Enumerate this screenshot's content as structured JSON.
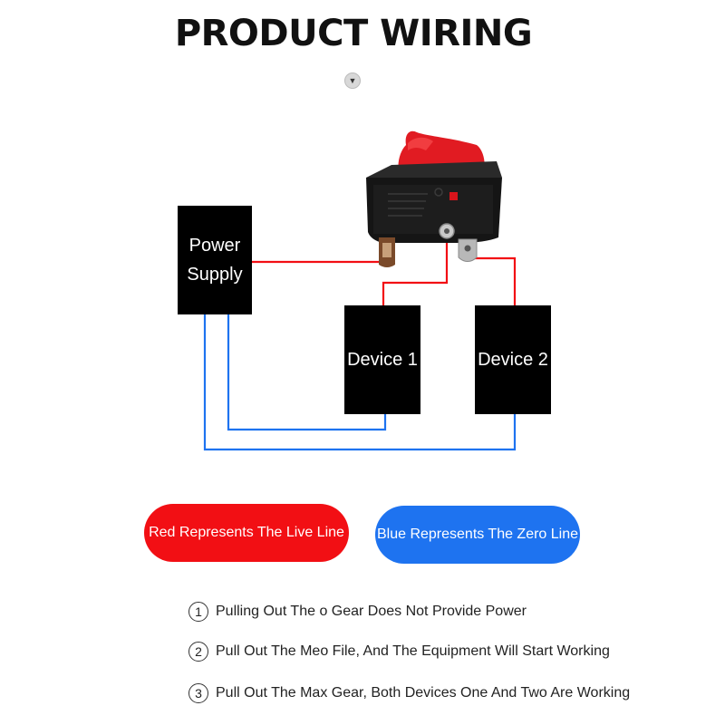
{
  "title": "PRODUCT WIRING",
  "boxes": {
    "power_supply": "Power\nSupply",
    "device1": "Device 1",
    "device2": "Device 2"
  },
  "legend": {
    "red": "Red Represents The Live Line",
    "blue": "Blue Represents The Zero Line"
  },
  "notes": [
    {
      "num": "1",
      "text": "Pulling Out The o Gear Does Not Provide Power"
    },
    {
      "num": "2",
      "text": "Pull Out The Meo File, And The Equipment Will Start Working"
    },
    {
      "num": "3",
      "text": "Pull Out The Max Gear, Both Devices One And Two Are Working"
    }
  ],
  "colors": {
    "live": "#f20f14",
    "zero": "#1e73f0",
    "box": "#000000"
  },
  "icons": {
    "badge": "chevron-down-icon",
    "switch": "rocker-switch-icon"
  }
}
